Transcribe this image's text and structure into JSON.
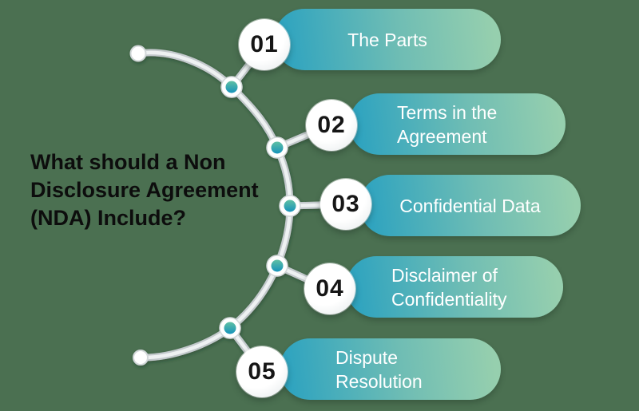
{
  "title": {
    "text": "What should a Non Disclosure Agreement (NDA) Include?",
    "lines": [
      "What should a Non",
      "Disclosure Agreement",
      "(NDA) Include?"
    ]
  },
  "items": [
    {
      "number": "01",
      "label": "The Parts",
      "lines": [
        "The Parts"
      ]
    },
    {
      "number": "02",
      "label": "Terms in the Agreement",
      "lines": [
        "Terms in the",
        "Agreement"
      ]
    },
    {
      "number": "03",
      "label": "Confidential Data",
      "lines": [
        "Confidential Data"
      ]
    },
    {
      "number": "04",
      "label": "Disclaimer of Confidentiality",
      "lines": [
        "Disclaimer of",
        "Confidentiality"
      ]
    },
    {
      "number": "05",
      "label": "Dispute Resolution",
      "lines": [
        "Dispute",
        "Resolution"
      ]
    }
  ],
  "colors": {
    "background": "#4B7051",
    "pill_gradient_start": "#2BA2C0",
    "pill_gradient_end": "#96CFAE",
    "pill_text": "#FFFFFF",
    "title_text": "#0D0D0D",
    "number_text": "#161616",
    "connector_tube": "#C3C9CC",
    "connector_highlight": "#EEF1F2",
    "node_teal_top": "#5FC0A4",
    "node_teal_bottom": "#1793BB"
  }
}
